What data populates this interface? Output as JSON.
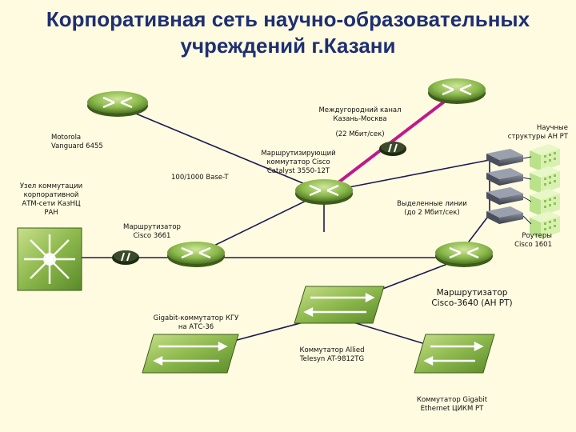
{
  "title": {
    "line1": "Корпоративная сеть научно-образовательных",
    "line2": "учреждений г.Казани"
  },
  "labels": {
    "long_channel": [
      "Междугородний канал",
      "Казань-Москва"
    ],
    "bandwidth": "(22 Мбит/сек)",
    "motorola": [
      "Motorola",
      "Vanguard 6455"
    ],
    "science_structures": [
      "Научные",
      "структуры АН РТ"
    ],
    "catalyst": [
      "Маршрутизирующий",
      "коммутатор Cisco",
      "Catalyst 3550-12T"
    ],
    "ethernet": "100/1000 Base-T",
    "atm_node": [
      "Узел коммутации",
      "корпоративной",
      "АТМ-сети КазНЦ",
      "РАН"
    ],
    "leased_lines": [
      "Выделенные линии",
      "(до 2 Мбит/сек)"
    ],
    "router_3661": [
      "Маршрутизатор",
      "Cisco 3661"
    ],
    "routers_1601": [
      "Роутеры",
      "Cisco 1601"
    ],
    "router_3640": [
      "Маршрутизатор",
      "Cisco-3640  (АН РТ)"
    ],
    "gigabit_kgu": [
      "Gigabit-коммутатор КГУ",
      "на АТС-36"
    ],
    "allied": [
      "Коммутатор Allied",
      "Telesyn AT-9812TG"
    ],
    "cikm": [
      "Коммутатор Gigabit",
      "Ethernet ЦИКМ РТ"
    ]
  },
  "colors": {
    "title": "#1e2f72",
    "device_green": "#7aa83a",
    "device_dark": "#3e5c1a",
    "device_light": "#bcd77a",
    "link": "#1a1a55",
    "intercity_link": "#c0198c",
    "background": "#fffbe0",
    "modem": "#5a5f6e"
  }
}
